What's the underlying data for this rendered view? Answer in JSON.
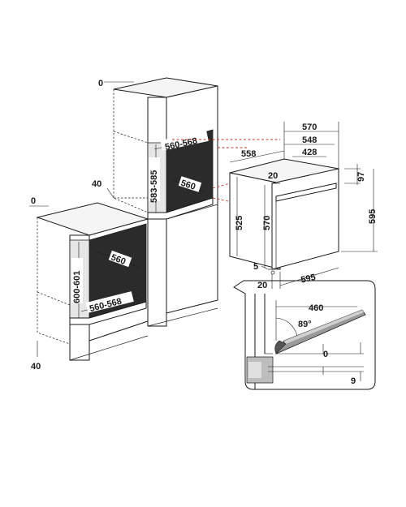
{
  "tall_cabinet": {
    "top_gap": "0",
    "niche_width": "560-568",
    "niche_height": "583-585",
    "niche_depth": "560",
    "side_gap": "40"
  },
  "base_cabinet": {
    "top_gap": "0",
    "niche_width": "560-568",
    "niche_height": "600-601",
    "niche_depth": "560",
    "bottom_gap": "40"
  },
  "oven": {
    "width_top": "570",
    "width_mid": "548",
    "width_inner": "428",
    "depth": "558",
    "front_offset": "20",
    "frame_height": "97",
    "height_total": "595",
    "height_body": "525",
    "height_body_front": "570",
    "bottom_offset": "5",
    "front_lip": "20",
    "front_width": "595"
  },
  "door_detail": {
    "door_width": "460",
    "opening_angle": "89°",
    "clearance": "0",
    "lower_gap": "9"
  }
}
